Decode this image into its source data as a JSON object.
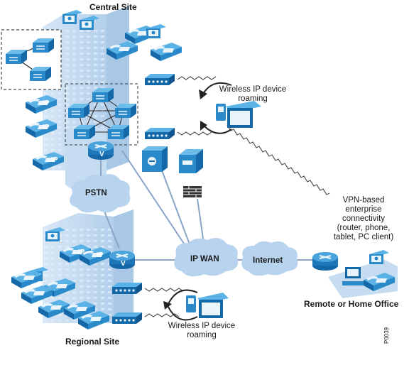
{
  "labels": {
    "central_site": "Central Site",
    "regional_site": "Regional Site",
    "remote_office": "Remote or Home Office",
    "roaming_top_line1": "Wireless IP device",
    "roaming_top_line2": "roaming",
    "roaming_bottom_line1": "Wireless IP device",
    "roaming_bottom_line2": "roaming",
    "pstn": "PSTN",
    "ip_wan": "IP WAN",
    "internet": "Internet",
    "vpn_line1": "VPN-based",
    "vpn_line2": "enterprise",
    "vpn_line3": "connectivity",
    "vpn_line4": "(router, phone,",
    "vpn_line5": "tablet, PC client)",
    "figure_id": "P0039",
    "phone_badge": "IP",
    "router_badge": "V"
  },
  "colors": {
    "building": "#c6dcf0",
    "building_dark": "#a9c8e6",
    "device": "#2a8ac9",
    "device_dark": "#1468a8",
    "cloud": "#b7d3ee",
    "link": "#8aa4c8",
    "firewall": "#333333"
  }
}
